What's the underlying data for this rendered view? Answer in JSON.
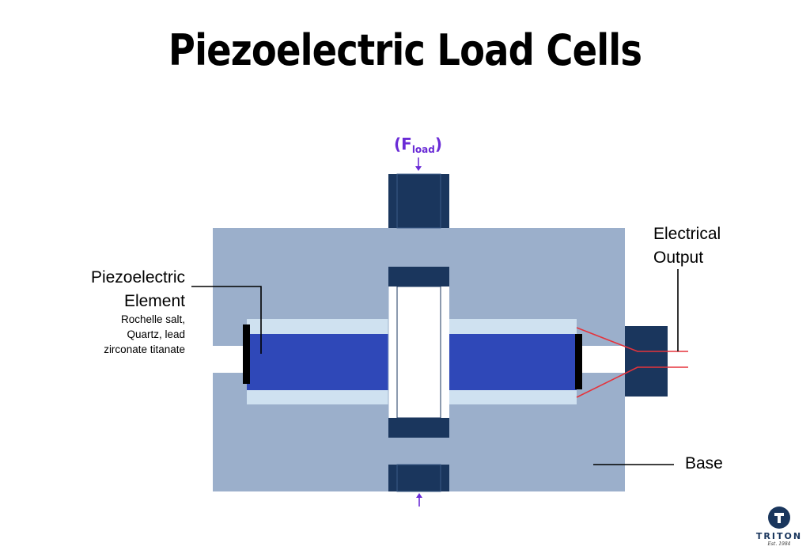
{
  "title": "Piezoelectric Load Cells",
  "force_label": {
    "prefix": "(F",
    "subscript": "load",
    "suffix": ")"
  },
  "labels": {
    "piezo_line1": "Piezoelectric",
    "piezo_line2": "Element",
    "materials_line1": "Rochelle salt,",
    "materials_line2": "Quartz, lead",
    "materials_line3": "zirconate titanate",
    "output_line1": "Electrical",
    "output_line2": "Output",
    "base": "Base"
  },
  "logo": {
    "name": "TRITON",
    "tagline": "Est. 1984"
  },
  "colors": {
    "base": "#9bafcb",
    "dark_block": "#1a365d",
    "element": "#2f48b8",
    "element_light": "#cfe1f0",
    "force_arrow": "#6a2bd6",
    "wire": "#e5333b"
  }
}
